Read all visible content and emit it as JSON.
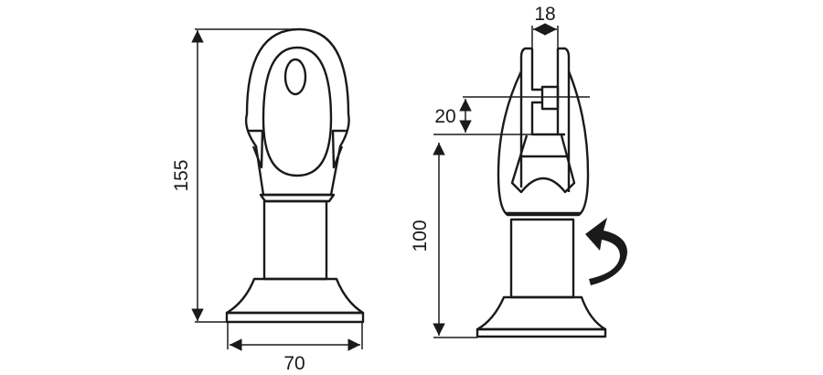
{
  "dimensions": {
    "height_total": "155",
    "base_width": "70",
    "slot_width": "18",
    "slot_height": "20",
    "height_to_slot": "100"
  },
  "colors": {
    "line": "#1a1a1a",
    "background": "#ffffff"
  },
  "icons": {
    "rotation": "curved-rotation-arrow"
  }
}
